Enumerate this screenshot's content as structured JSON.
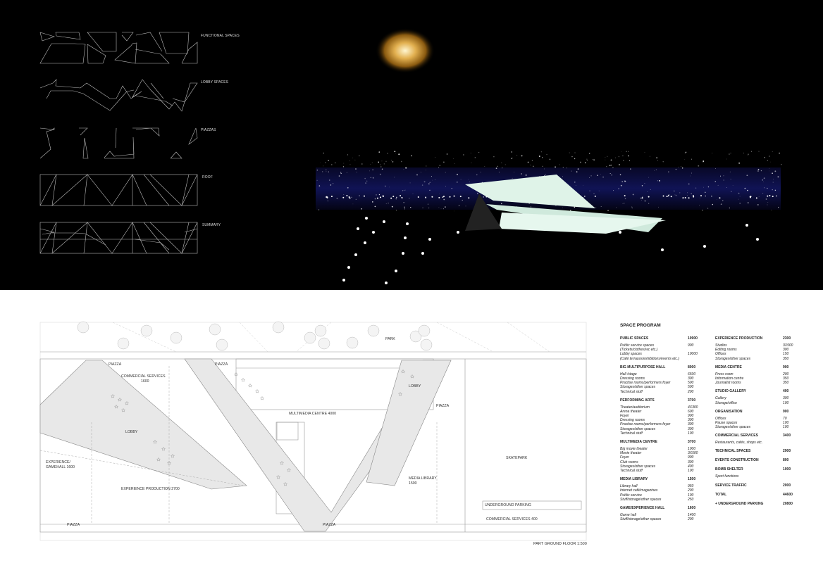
{
  "diagrams": {
    "labels": [
      "FUNCTIONAL SPACES",
      "LOBBY SPACES",
      "PIAZZAS",
      "ROOF",
      "SUMMARY"
    ]
  },
  "plan": {
    "caption": "PART GROUND FLOOR 1:500",
    "labels": {
      "park": "PARK",
      "piazza1": "PIAZZA",
      "piazza2": "PIAZZA",
      "piazza3": "PIAZZA",
      "piazza4": "PIAZZA",
      "piazza5": "PIAZZA",
      "commercial1600a": "COMMERCIAL SERVICES",
      "commercial1600b": "1600",
      "lobby1": "LOBBY",
      "lobby2": "LOBBY",
      "gamehall1": "EXPERIENCE/",
      "gamehall2": "GAMEHALL 1600",
      "expprod": "EXPERIENCE PRODUCTION 2700",
      "multimedia": "MULTIMEDIA CENTRE 4000",
      "skatepark": "SKATEPARK",
      "medialib1": "MEDIA LIBRARY",
      "medialib2": "1500",
      "parking": "UNDERGROUND PARKING",
      "commercial400": "COMMERCIAL SERVICES 400"
    }
  },
  "program": {
    "title": "SPACE PROGRAM",
    "left": [
      {
        "name": "PUBLIC SPACES",
        "value": "10900",
        "items": [
          [
            "Public service spaces",
            "900"
          ],
          [
            "(Tickets/clothes/wc etc.)",
            ""
          ],
          [
            "Lobby spaces",
            "10000"
          ],
          [
            "(Café terraces/exhibitions/events etc.)",
            ""
          ]
        ]
      },
      {
        "name": "BIG MULTIPURPOSE HALL",
        "value": "8000",
        "items": [
          [
            "Hall /stage",
            "6500"
          ],
          [
            "Dressing rooms",
            "300"
          ],
          [
            "Practise rooms/performers foyer",
            "500"
          ],
          [
            "Storages/other spaces",
            "500"
          ],
          [
            "Technical stuff",
            "200"
          ]
        ]
      },
      {
        "name": "PERFORMING ARTS",
        "value": "3700",
        "items": [
          [
            "Theater/auditorium",
            "4X300"
          ],
          [
            "Arena theater",
            "600"
          ],
          [
            "Foyer",
            "900"
          ],
          [
            "Dressing rooms",
            "300"
          ],
          [
            "Practise rooms/performers foyer",
            "300"
          ],
          [
            "Storages/other spaces",
            "300"
          ],
          [
            "Technical stuff",
            "100"
          ]
        ]
      },
      {
        "name": "MULTIMEDIA CENTRE",
        "value": "3700",
        "items": [
          [
            "Big movie theater",
            "1000"
          ],
          [
            "Movie theater",
            "3X500"
          ],
          [
            "Foyer",
            "900"
          ],
          [
            "Club rooms",
            "300"
          ],
          [
            "Storages/other spaces",
            "400"
          ],
          [
            "Technical stuff",
            "100"
          ]
        ]
      },
      {
        "name": "MEDIA LIBRARY",
        "value": "1500",
        "items": [
          [
            "Library hall",
            "950"
          ],
          [
            "Internet café/magazines",
            "200"
          ],
          [
            "Public service",
            "100"
          ],
          [
            "Stuff/storage/other spaces",
            "250"
          ]
        ]
      },
      {
        "name": "GAME/EXPERIENCE HALL",
        "value": "1600",
        "items": [
          [
            "Game hall",
            "1400"
          ],
          [
            "Stuff/storage/other spaces",
            "200"
          ]
        ]
      }
    ],
    "right": [
      {
        "name": "EXPERIENCE PRODUCTION",
        "value": "2300",
        "items": [
          [
            "Studios",
            "3X500"
          ],
          [
            "Editing rooms",
            "300"
          ],
          [
            "Offices",
            "150"
          ],
          [
            "Storages/other spaces",
            "350"
          ]
        ]
      },
      {
        "name": "MEDIA CENTRE",
        "value": "900",
        "items": [
          [
            "Press room",
            "200"
          ],
          [
            "Information centre",
            "350"
          ],
          [
            "Journalist rooms",
            "350"
          ]
        ]
      },
      {
        "name": "STUDIO GALLERY",
        "value": "400",
        "items": [
          [
            "Gallery",
            "300"
          ],
          [
            "Storage/office",
            "100"
          ]
        ]
      },
      {
        "name": "ORGANISATION",
        "value": "900",
        "items": [
          [
            "Offices",
            "70"
          ],
          [
            "Pause spaces",
            "100"
          ],
          [
            "Storages/other spaces",
            "100"
          ]
        ]
      },
      {
        "name": "COMMERCIAL SERVICES",
        "value": "3400",
        "items": [
          [
            "Restaurants, cafés, shops etc.",
            ""
          ]
        ]
      },
      {
        "name": "TECHNICAL SPACES",
        "value": "2900",
        "items": []
      },
      {
        "name": "EVENTS CONSTRUCTION",
        "value": "800",
        "items": []
      },
      {
        "name": "BOMB SHELTER",
        "value": "1000",
        "items": [
          [
            "Sport functions",
            ""
          ]
        ]
      },
      {
        "name": "SERVICE TRAFFIC",
        "value": "2000",
        "items": []
      },
      {
        "name": "TOTAL",
        "value": "44600",
        "items": []
      },
      {
        "name": "+ UNDERGROUND PARKING",
        "value": "20800",
        "items": []
      }
    ]
  }
}
